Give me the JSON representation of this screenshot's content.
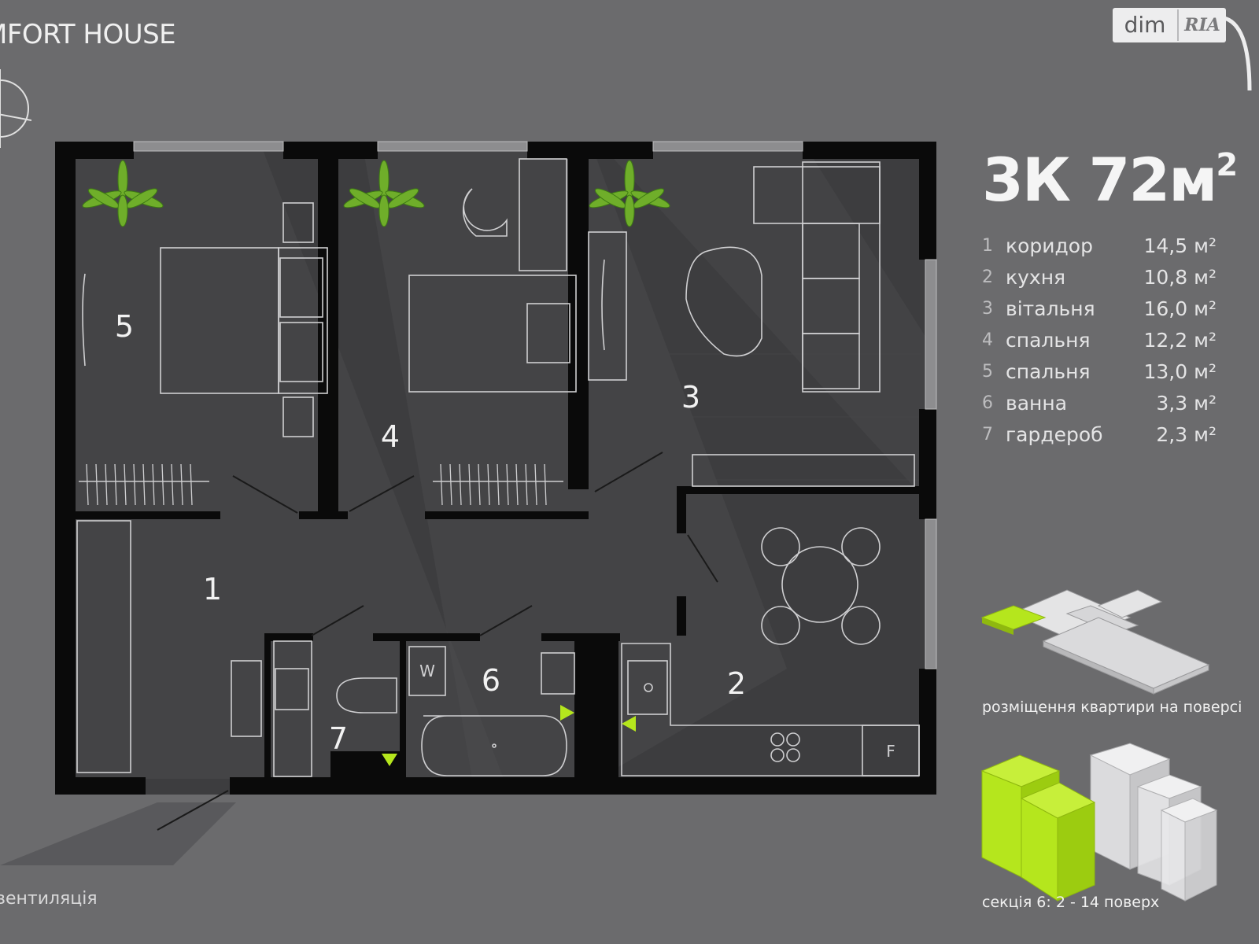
{
  "header": {
    "brand": "MFORT HOUSE",
    "logo_left": "dim",
    "logo_right": "RIA"
  },
  "apartment": {
    "title_main": "3К 72м",
    "title_sup": "2"
  },
  "rooms": [
    {
      "num": "1",
      "name": "коридор",
      "area": "14,5 м²"
    },
    {
      "num": "2",
      "name": "кухня",
      "area": "10,8 м²"
    },
    {
      "num": "3",
      "name": "вітальня",
      "area": "16,0 м²"
    },
    {
      "num": "4",
      "name": "спальня",
      "area": "12,2 м²"
    },
    {
      "num": "5",
      "name": "спальня",
      "area": "13,0 м²"
    },
    {
      "num": "6",
      "name": "ванна",
      "area": "3,3 м²"
    },
    {
      "num": "7",
      "name": "гардероб",
      "area": "2,3 м²"
    }
  ],
  "plan_labels": {
    "r1": "1",
    "r2": "2",
    "r3": "3",
    "r4": "4",
    "r5": "5",
    "r6": "6",
    "r7": "7",
    "washer": "W",
    "fridge": "F"
  },
  "captions": {
    "floor_position": "розміщення квартири на поверсі",
    "section": "секція 6: 2 - 14 поверх",
    "ventilation": "вентиляція"
  },
  "colors": {
    "background": "#6b6b6d",
    "accent": "#b5e61d",
    "walls": "#0a0a0a"
  }
}
